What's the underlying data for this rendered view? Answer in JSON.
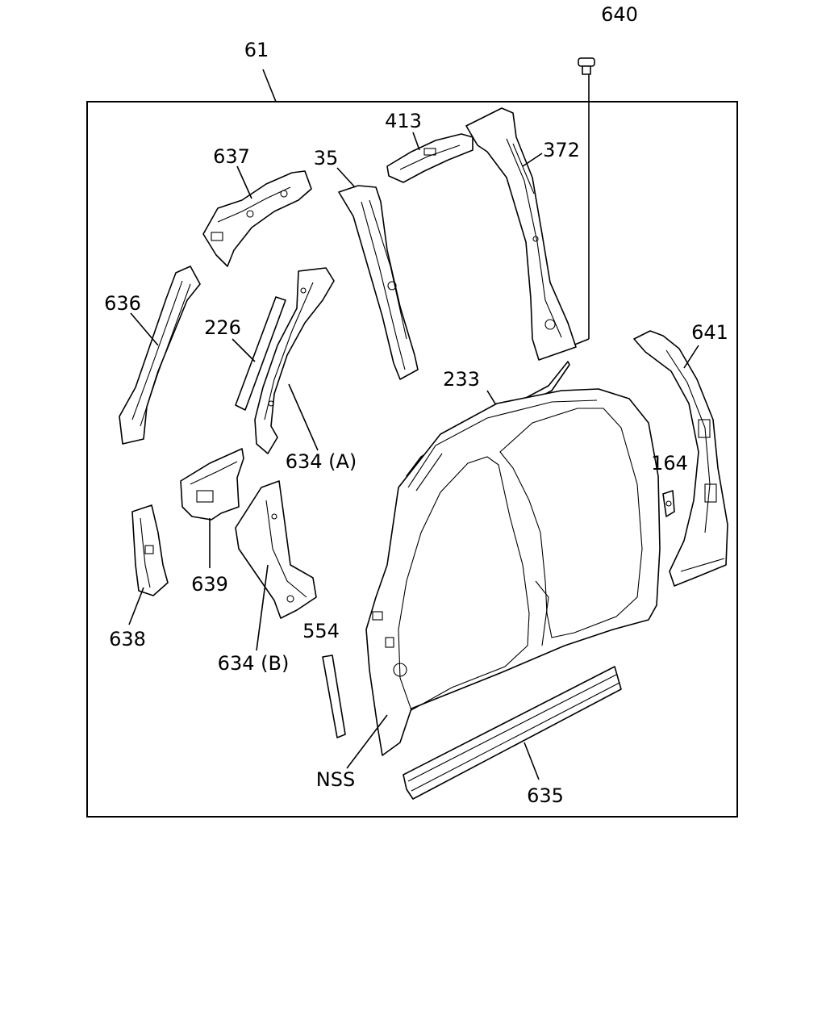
{
  "diagram": {
    "callouts": {
      "c640": "640",
      "c61": "61",
      "c413": "413",
      "c372": "372",
      "c637": "637",
      "c35": "35",
      "c636": "636",
      "c226": "226",
      "c233": "233",
      "c641": "641",
      "c634a": "634 (A)",
      "c164": "164",
      "c639": "639",
      "c638": "638",
      "c554": "554",
      "c634b": "634 (B)",
      "cNSS": "NSS",
      "c635": "635"
    }
  }
}
